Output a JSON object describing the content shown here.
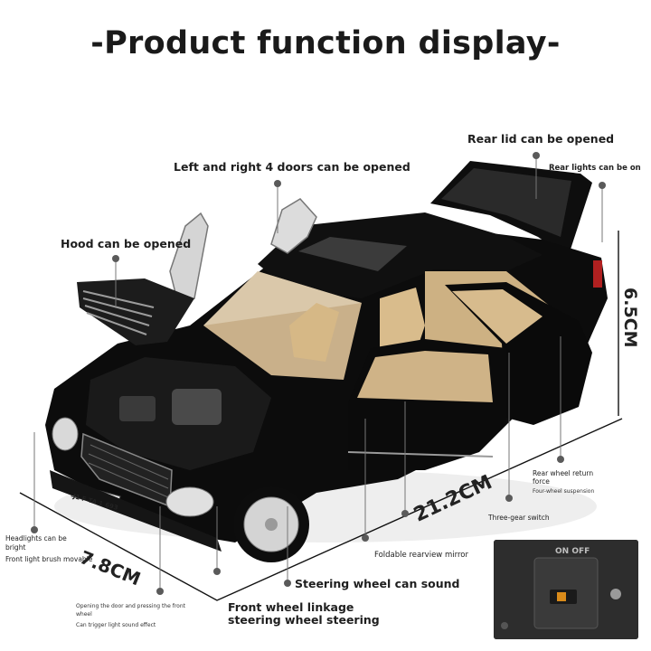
{
  "title": "-Product function display-",
  "labels": {
    "rear_lid": "Rear lid can be opened",
    "rear_lights": "Rear lights can be on",
    "four_doors": "Left and right 4 doors can be opened",
    "hood": "Hood can be opened",
    "rear_wheel_return_1": "Rear wheel return",
    "rear_wheel_return_2": "force",
    "four_wheel_suspension": "Four-wheel suspension",
    "three_gear_switch": "Three-gear switch",
    "foldable_mirror": "Foldable rearview mirror",
    "steering_sound": "Steering wheel can sound",
    "front_wheel_1": "Front wheel linkage",
    "front_wheel_2": "steering wheel steering",
    "headlights_1": "Headlights can be",
    "headlights_2": "bright",
    "brush": "Front light brush movable",
    "door_press_1": "Opening the door and pressing the front",
    "door_press_2": "wheel",
    "trigger_sound": "Can trigger light sound effect"
  },
  "dimensions": {
    "length": "21.2CM",
    "height": "6.5CM",
    "width": "7.8CM"
  },
  "plate_text": "J1 F TA 1 693",
  "switch_text": "ON OFF",
  "colors": {
    "car_body": "#0c0c0c",
    "interior": "#d8b98a",
    "chrome": "#c9c9c9",
    "callout_dot": "#5a5a5a"
  }
}
